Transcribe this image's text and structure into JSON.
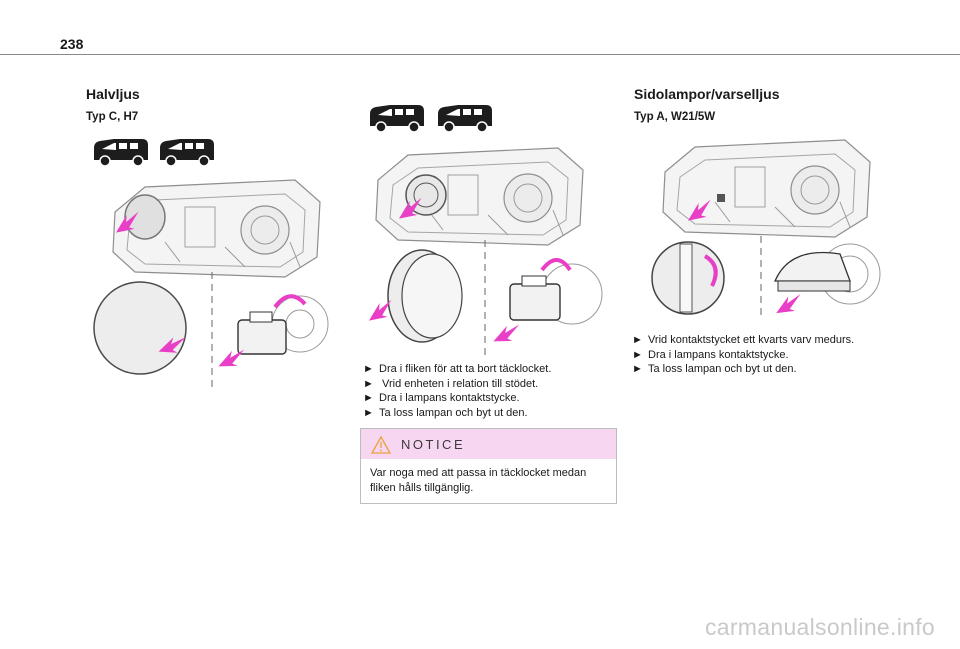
{
  "page_number": "238",
  "left": {
    "heading": "Halvljus",
    "subheading": "Typ C, H7"
  },
  "middle": {
    "steps": [
      "Dra i fliken för att ta bort täcklocket.",
      " Vrid enheten i relation till stödet.",
      "Dra i lampans kontaktstycke.",
      "Ta loss lampan och byt ut den."
    ],
    "notice": {
      "title": "NOTICE",
      "text_line1": "Var noga med att passa in täcklocket medan",
      "text_line2": "fliken hålls tillgänglig."
    }
  },
  "right": {
    "heading": "Sidolampor/varselljus",
    "subheading": "Typ A, W21/5W",
    "steps": [
      "Vrid kontaktstycket ett kvarts varv medurs.",
      "Dra i lampans kontaktstycke.",
      "Ta loss lampan och byt ut den."
    ]
  },
  "bullet_glyph": "►",
  "watermark": "carmanualsonline.info",
  "colors": {
    "accent": "#e83fc6",
    "notice_band": "#f7d6f1",
    "warning": "#e8a23a"
  },
  "icons": [
    "van-icon",
    "warning-triangle-icon",
    "pull-arrow-icon",
    "rotate-arrow-icon"
  ]
}
